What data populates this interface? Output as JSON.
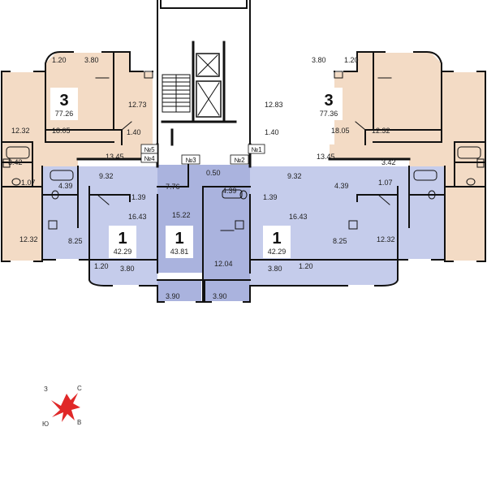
{
  "colors": {
    "apt3": "#f3dbc5",
    "apt1": "#c5cceb",
    "apt_center": "#aab3de",
    "wall": "#111111",
    "compass": "#e02828"
  },
  "apartments": [
    {
      "rooms": "3",
      "area": "77.26"
    },
    {
      "rooms": "3",
      "area": "77.36"
    },
    {
      "rooms": "1",
      "area": "42.29"
    },
    {
      "rooms": "1",
      "area": "43.81"
    },
    {
      "rooms": "1",
      "area": "42.29"
    }
  ],
  "room_areas": [
    "1.20",
    "3.80",
    "12.73",
    "12.32",
    "18.05",
    "1.40",
    "13.45",
    "3.42",
    "1.07",
    "12.32",
    "3.80",
    "1.20",
    "12.83",
    "12.32",
    "18.05",
    "1.40",
    "13.45",
    "3.42",
    "1.07",
    "12.32",
    "9.32",
    "4.39",
    "1.39",
    "16.43",
    "8.25",
    "1.20",
    "3.80",
    "7.76",
    "15.22",
    "0.50",
    "4.39",
    "12.04",
    "3.90",
    "3.90",
    "9.32",
    "1.39",
    "4.39",
    "16.43",
    "8.25",
    "3.80",
    "1.20"
  ],
  "unit_tags": [
    "№5",
    "№4",
    "№3",
    "№2",
    "№1"
  ],
  "compass": {
    "n": "С",
    "e": "В",
    "s": "Ю",
    "w": "З"
  },
  "icons": [
    "stairs-icon",
    "elevator-icon",
    "bathtub-icon",
    "toilet-icon",
    "sink-icon",
    "compass-rose-icon"
  ]
}
